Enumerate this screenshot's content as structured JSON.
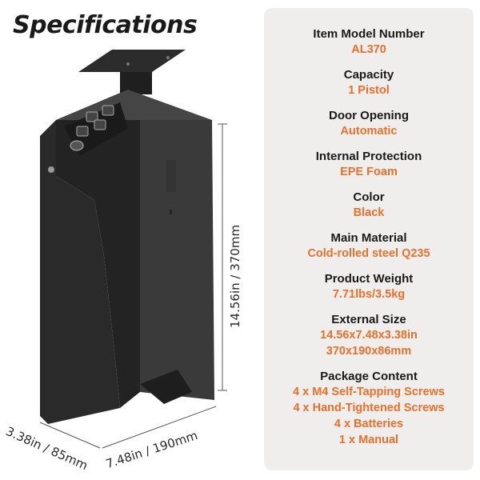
{
  "title": "Specifications",
  "dimensions": {
    "height": "14.56in / 370mm",
    "depth": "3.38in / 85mm",
    "width": "7.48in / 190mm"
  },
  "specs": [
    {
      "label": "Item Model Number",
      "values": [
        "AL370"
      ]
    },
    {
      "label": "Capacity",
      "values": [
        "1 Pistol"
      ]
    },
    {
      "label": "Door Opening",
      "values": [
        "Automatic"
      ]
    },
    {
      "label": "Internal Protection",
      "values": [
        "EPE Foam"
      ]
    },
    {
      "label": "Color",
      "values": [
        "Black"
      ]
    },
    {
      "label": "Main Material",
      "values": [
        "Cold-rolled steel Q235"
      ]
    },
    {
      "label": "Product Weight",
      "values": [
        "7.71lbs/3.5kg"
      ]
    },
    {
      "label": "External Size",
      "values": [
        "14.56x7.48x3.38in",
        "370x190x86mm"
      ]
    },
    {
      "label": "Package Content",
      "values": [
        "4 x M4 Self-Tapping Screws",
        "4 x Hand-Tightened Screws",
        "4 x Batteries",
        "1 x Manual"
      ]
    }
  ],
  "colors": {
    "accent": "#e8702a",
    "panel": "#efeeed",
    "safe": "#2b2b2b"
  }
}
